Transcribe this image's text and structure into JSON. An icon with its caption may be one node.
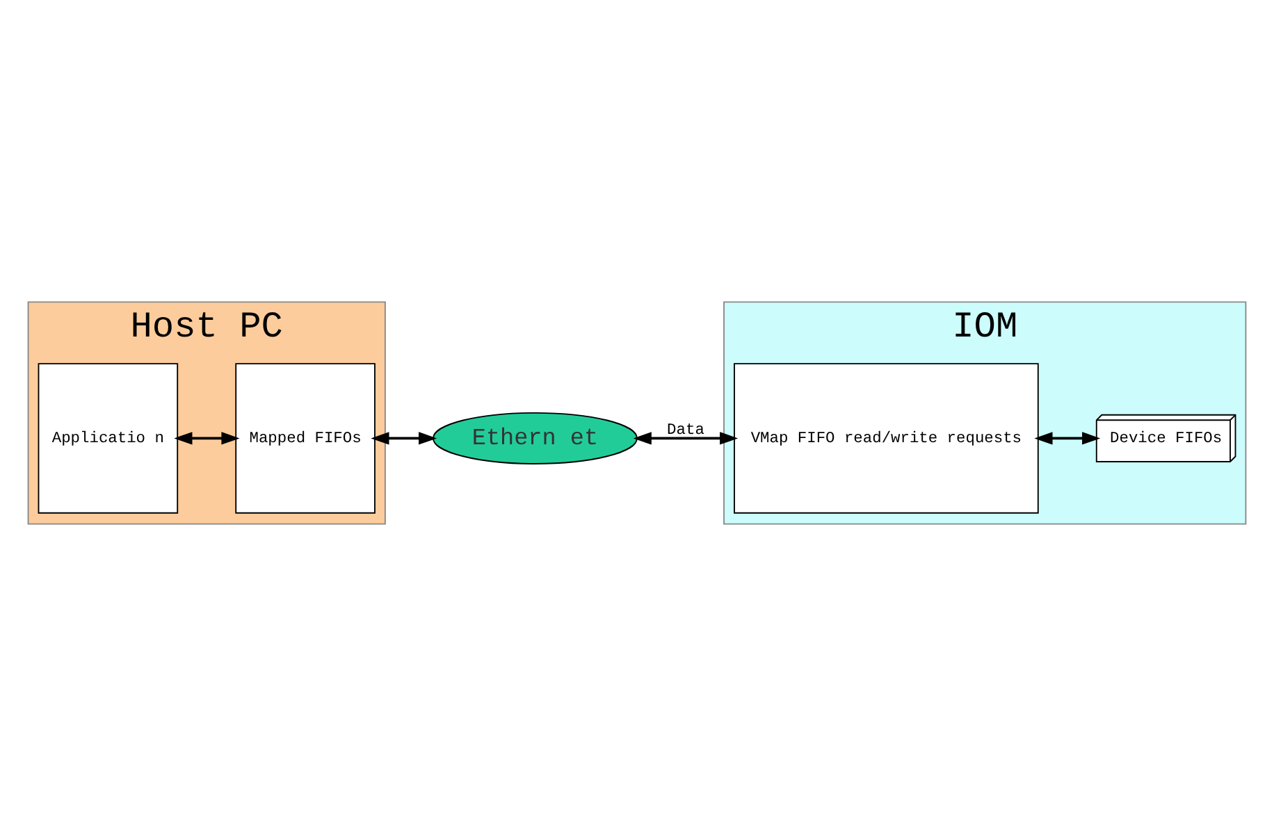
{
  "diagram": {
    "nodes": [
      {
        "text": [
          "Host PC"
        ]
      },
      {
        "text": [
          "IOM"
        ]
      },
      {
        "text": [
          "Applicatio n"
        ],
        "in": 0
      },
      {
        "text": [
          "Mapped FIFOs"
        ],
        "in": 0
      },
      {
        "text": [
          "Ethern et"
        ]
      },
      {
        "text": [
          "VMap FIFO read/write requests"
        ],
        "in": 1
      },
      {
        "text": [
          "Device FIFOs"
        ],
        "in": 1
      }
    ],
    "edges": [
      {
        "from": 2,
        "to": 3,
        "arrow": "both"
      },
      {
        "from": 3,
        "to": 4,
        "arrow": "both"
      },
      {
        "from": 4,
        "to": 5,
        "arrow": "both",
        "label": "Data"
      },
      {
        "from": 5,
        "to": 6,
        "arrow": "both"
      }
    ]
  }
}
